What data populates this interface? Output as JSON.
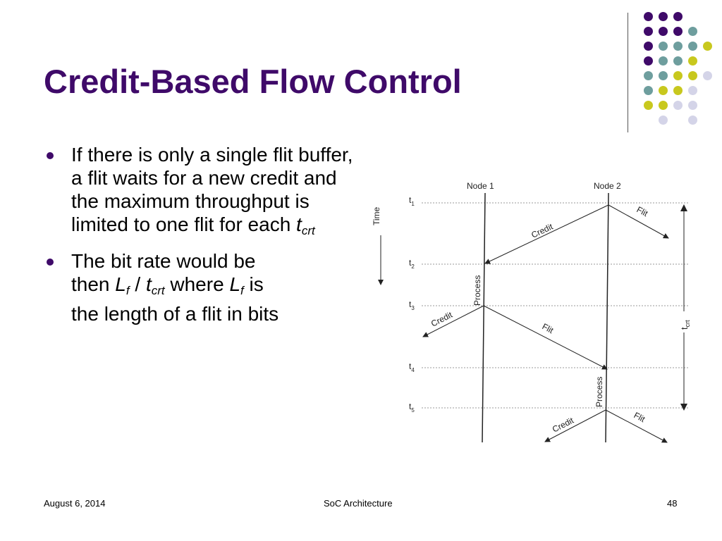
{
  "slide": {
    "title": "Credit-Based Flow Control",
    "bullets": [
      {
        "text": "If there is only a single flit buffer, a flit waits for a new credit and the maximum throughput is limited to one flit for each ",
        "var_t": "t",
        "var_crt": "crt"
      },
      {
        "line1": "The bit rate would be",
        "then": "then ",
        "L": "L",
        "f": "f",
        "slash": " / ",
        "t": "t",
        "crt": "crt",
        "where": " where ",
        "L2": "L",
        "f2": "f",
        "is": " is",
        "line3": "the length of a flit in bits"
      }
    ],
    "footer": {
      "date": "August 6, 2014",
      "center": "SoC Architecture",
      "page": "48"
    },
    "colors": {
      "title": "#3f0a69",
      "purple": "#3f0a69",
      "teal": "#6e9e9e",
      "yellow": "#c8c81e",
      "lavender": "#d4d4e8"
    }
  },
  "diagram": {
    "node1_label": "Node 1",
    "node2_label": "Node 2",
    "time_label": "Time",
    "time_markers": [
      {
        "t": "t",
        "sub": "1"
      },
      {
        "t": "t",
        "sub": "2"
      },
      {
        "t": "t",
        "sub": "3"
      },
      {
        "t": "t",
        "sub": "4"
      },
      {
        "t": "t",
        "sub": "5"
      }
    ],
    "credit_label": "Credit",
    "flit_label": "Flit",
    "process_label": "Process",
    "tcrt_t": "t",
    "tcrt_sub": "crt"
  }
}
